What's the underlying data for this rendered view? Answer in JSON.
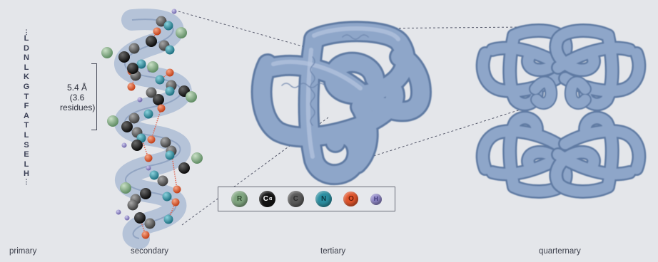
{
  "sequence": [
    "L",
    "D",
    "N",
    "L",
    "K",
    "G",
    "T",
    "F",
    "A",
    "T",
    "L",
    "S",
    "E",
    "L",
    "H"
  ],
  "sequence_dots": "⋮",
  "helix_rise": {
    "line1": "5.4 Å",
    "line2": "(3.6",
    "line3": "residues)"
  },
  "stage_labels": {
    "primary": "primary",
    "secondary": "secondary",
    "tertiary": "tertiary",
    "quaternary": "quarternary"
  },
  "legend": [
    {
      "symbol": "R",
      "sub": "",
      "fill": "#7fa57f",
      "text_color": "#2f4a2f"
    },
    {
      "symbol": "C",
      "sub": "α",
      "fill": "#141414",
      "text_color": "#ffffff"
    },
    {
      "symbol": "C",
      "sub": "",
      "fill": "#5a5a5a",
      "text_color": "#2c2c2c"
    },
    {
      "symbol": "N",
      "sub": "",
      "fill": "#2a8ea0",
      "text_color": "#0d3a44"
    },
    {
      "symbol": "O",
      "sub": "",
      "fill": "#e0542b",
      "text_color": "#6a1a08"
    },
    {
      "symbol": "H",
      "sub": "",
      "fill": "#8f87c8",
      "text_color": "#3b3570"
    }
  ],
  "colors": {
    "background": "#e4e6ea",
    "ribbon": "#8ea6c9",
    "ribbon_dark": "#5f7aa3",
    "guide_line": "#55586a"
  }
}
